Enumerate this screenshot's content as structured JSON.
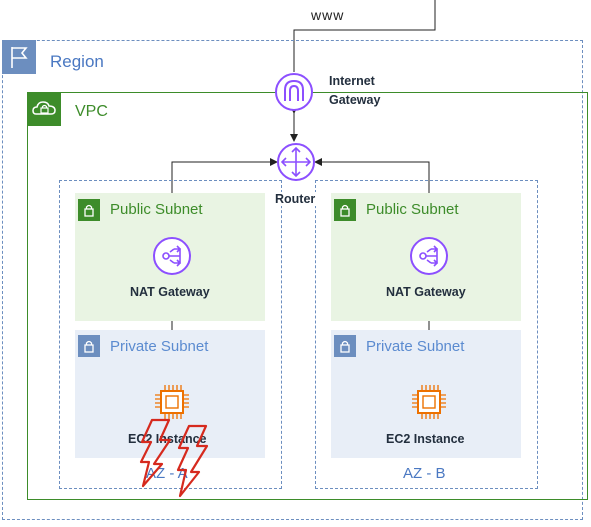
{
  "top_label": "www",
  "region": {
    "label": "Region"
  },
  "vpc": {
    "label": "VPC"
  },
  "internet_gateway": {
    "label_line1": "Internet",
    "label_line2": "Gateway"
  },
  "router": {
    "label": "Router"
  },
  "az_a": {
    "public_subnet": "Public Subnet",
    "nat_gateway": "NAT Gateway",
    "private_subnet": "Private Subnet",
    "instance": "EC2 Instance",
    "az_label": "AZ - A"
  },
  "az_b": {
    "public_subnet": "Public Subnet",
    "nat_gateway": "NAT Gateway",
    "private_subnet": "Private Subnet",
    "instance": "EC2 Instance",
    "az_label": "AZ - B"
  },
  "colors": {
    "region": "#6c8ebf",
    "vpc": "#3d8c2a",
    "network_icon": "#8c4fff",
    "compute_icon": "#ed7100",
    "failure_bolt": "#d62a1e"
  }
}
